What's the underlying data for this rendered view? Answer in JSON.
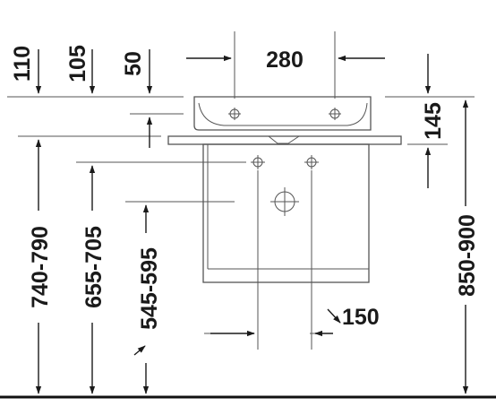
{
  "drawing": {
    "dimensions": {
      "top_110": "110",
      "top_105": "105",
      "top_50": "50",
      "width_280": "280",
      "right_145": "145",
      "height_850_900": "850-900",
      "height_740_790": "740-790",
      "height_655_705": "655-705",
      "height_545_595": "545-595",
      "depth_150": "150"
    }
  }
}
